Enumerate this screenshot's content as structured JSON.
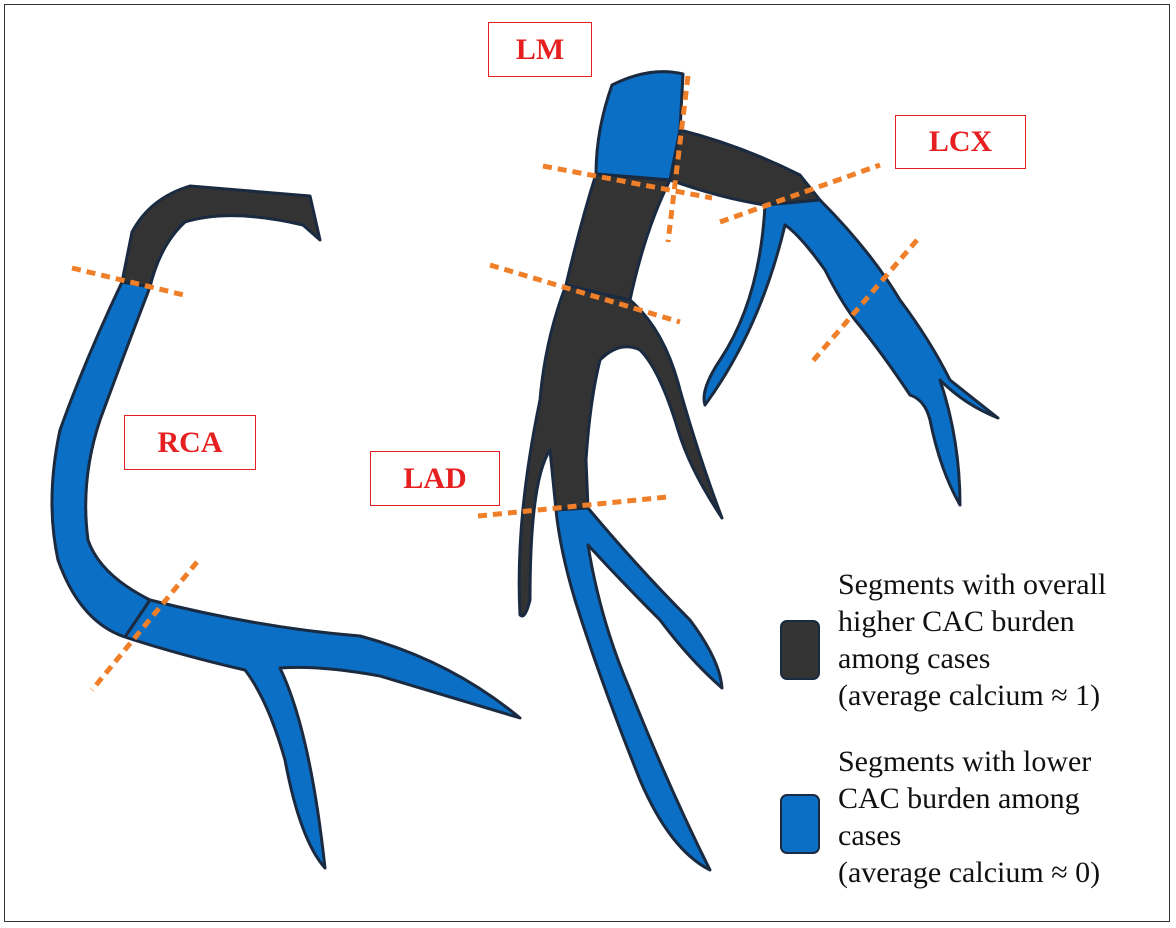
{
  "labels": {
    "lm": "LM",
    "lcx": "LCX",
    "rca": "RCA",
    "lad": "LAD"
  },
  "legend": {
    "high": {
      "line1": "Segments with overall",
      "line2": "higher CAC burden",
      "line3": "among cases",
      "line4": "(average calcium ≈ 1)",
      "color": "#333333"
    },
    "low": {
      "line1": "Segments with lower",
      "line2": "CAC burden among",
      "line3": "cases",
      "line4": "(average calcium ≈ 0)",
      "color": "#0b6fc6"
    }
  },
  "colors": {
    "high_segment": "#333333",
    "low_segment": "#0b6fc6",
    "vessel_outline": "#1a2a40",
    "divider": "#f07f2a",
    "label_text": "#e62020"
  }
}
